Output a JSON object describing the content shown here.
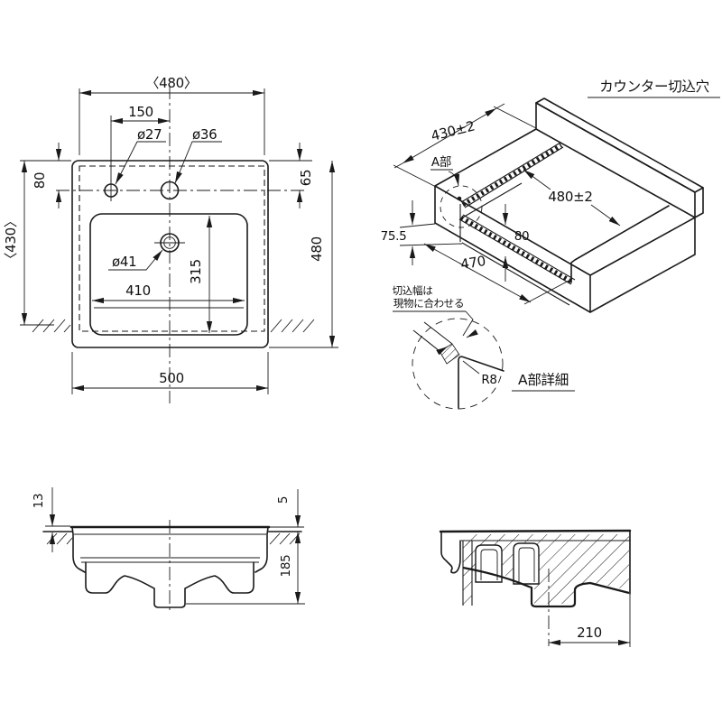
{
  "title": "カウンター切込穴",
  "top_view": {
    "width_ref": "〈480〉",
    "hole_pitch": "150",
    "hole_left_dia": "ø27",
    "hole_center_dia": "ø36",
    "edge_offset": "80",
    "depth_ref": "〈430〉",
    "hole_offset_right": "65",
    "overall_depth": "480",
    "drain_dia": "ø41",
    "basin_width": "410",
    "basin_depth": "315",
    "overall_width": "500"
  },
  "iso_view": {
    "cut_depth": "430±2",
    "cut_width": "480±2",
    "front_rib": "80",
    "front_offset": "75.5",
    "cut_length": "470",
    "detail_label": "A部",
    "note_line1": "切込幅は",
    "note_line2": "現物に合わせる",
    "corner_radius": "R8",
    "detail_title": "A部詳細"
  },
  "front_view": {
    "rim_height_back": "13",
    "rim_height_front": "5",
    "bowl_depth": "185"
  },
  "side_view": {
    "drain_offset": "210"
  }
}
